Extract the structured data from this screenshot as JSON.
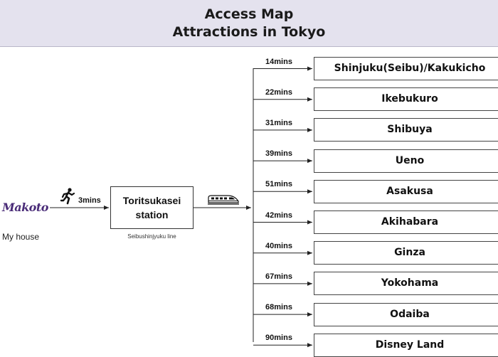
{
  "header": {
    "title_line1": "Access Map",
    "title_line2": "Attractions in Tokyo"
  },
  "origin": {
    "logo_text": "Makoto",
    "label": "My house",
    "walk_time": "3mins",
    "walk_icon": "running-person-icon"
  },
  "station": {
    "name_line1": "Toritsukasei",
    "name_line2": "station",
    "line_name": "Seibushinjyuku line",
    "train_icon": "bullet-train-icon"
  },
  "destinations": [
    {
      "name": "Shinjuku(Seibu)/Kakukicho",
      "time": "14mins"
    },
    {
      "name": "Ikebukuro",
      "time": "22mins"
    },
    {
      "name": "Shibuya",
      "time": "31mins"
    },
    {
      "name": "Ueno",
      "time": "39mins"
    },
    {
      "name": "Asakusa",
      "time": "51mins"
    },
    {
      "name": "Akihabara",
      "time": "42mins"
    },
    {
      "name": "Ginza",
      "time": "40mins"
    },
    {
      "name": "Yokohama",
      "time": "67mins"
    },
    {
      "name": "Odaiba",
      "time": "68mins"
    },
    {
      "name": "Disney Land",
      "time": "90mins"
    }
  ]
}
